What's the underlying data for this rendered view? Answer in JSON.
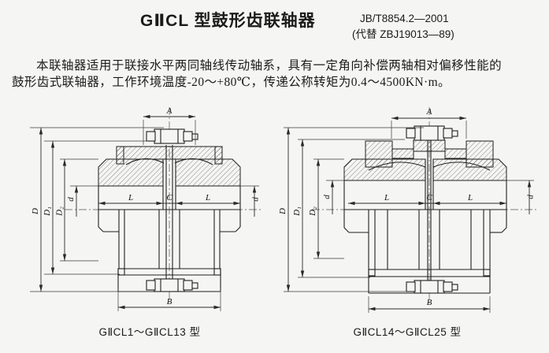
{
  "page": {
    "paper_color": "#f5f5f3",
    "ink_color": "#1b1b1b"
  },
  "header": {
    "title": "GⅡCL 型鼓形齿联轴器",
    "standard_code": "JB/T8854.2—2001",
    "standard_replaces": "(代替 ZBJ19013—89)"
  },
  "intro": {
    "paragraph": "本联轴器适用于联接水平两同轴线传动轴系，具有一定角向补偿两轴相对偏移性能的鼓形齿式联轴器，工作环境温度-20～+80℃，传递公称转矩为0.4～4500KN·m。"
  },
  "figures": [
    {
      "caption": "GⅡCL1～GⅡCL13 型",
      "labels": {
        "A": "A",
        "B": "B",
        "C": "C",
        "L": "L",
        "D": "D",
        "D1": "D₁",
        "D2": "D₂",
        "d": "d"
      }
    },
    {
      "caption": "GⅡCL14～GⅡCL25 型",
      "labels": {
        "A": "A",
        "B": "B",
        "C": "C",
        "L": "L",
        "D": "D",
        "D1": "D₁",
        "D2": "D₂",
        "d": "d"
      }
    }
  ]
}
